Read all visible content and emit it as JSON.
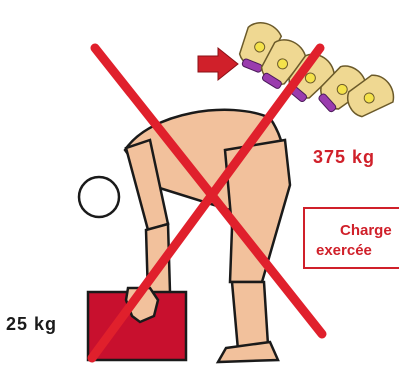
{
  "illustration": {
    "spine_load_label": "375 kg",
    "box_weight_label": "25 kg",
    "charge_line1": "Charge",
    "charge_line2": "exercée",
    "colors": {
      "skin": "#f2c19c",
      "box": "#c8102e",
      "red_text": "#d0202a",
      "cross": "#e0202c",
      "dark_text": "#1a1a1a",
      "bone": "#efd892",
      "disc": "#9a3cae"
    }
  }
}
